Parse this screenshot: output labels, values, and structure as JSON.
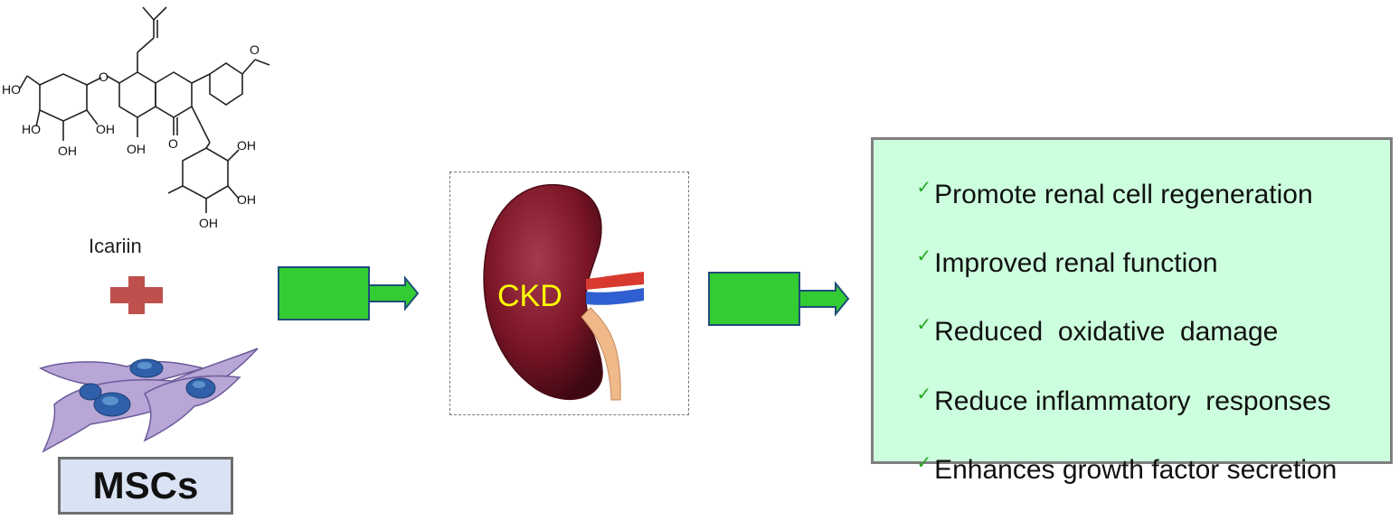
{
  "molecule": {
    "name": "Icariin",
    "atom_labels": {
      "ho": "HO",
      "oh": "OH",
      "o": "O"
    }
  },
  "plus_icon": "plus-icon",
  "cells": {
    "label": "MSCs"
  },
  "kidney": {
    "label": "CKD"
  },
  "arrows": [
    "arrow-right-icon",
    "arrow-right-icon"
  ],
  "results": {
    "check_icon": "✓",
    "items": [
      "Promote renal cell regeneration",
      "Improved renal function",
      "Reduced  oxidative  damage",
      "Reduce inflammatory  responses",
      "Enhances growth factor secretion"
    ]
  },
  "colors": {
    "arrow_fill": "#33cc33",
    "arrow_stroke": "#1f4e79",
    "results_bg": "#ccffdd",
    "msc_bg": "#dae3f3",
    "ckd_text": "#ffff00",
    "plus": "#c0504d",
    "cell_body": "#b7a6d6",
    "kidney": "#7a1526"
  }
}
